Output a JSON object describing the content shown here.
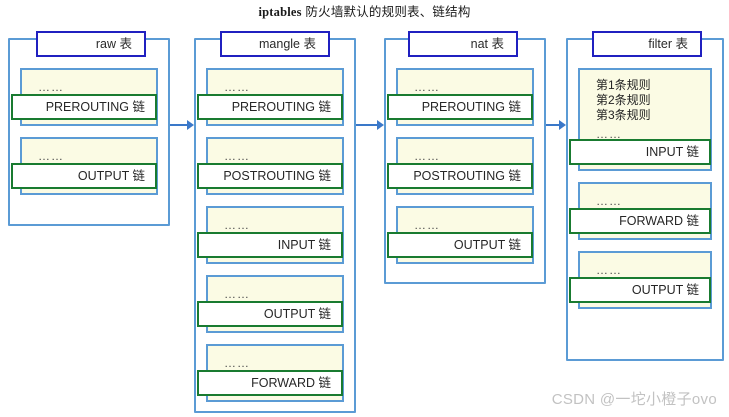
{
  "title": {
    "bold_part": "iptables",
    "rest_part": " 防火墙默认的规则表、链结构"
  },
  "dots": "……",
  "tables": [
    {
      "id": "raw",
      "header": "raw 表",
      "chains": [
        {
          "name": "PREROUTING 链",
          "rules": []
        },
        {
          "name": "OUTPUT 链",
          "rules": []
        }
      ]
    },
    {
      "id": "mangle",
      "header": "mangle 表",
      "chains": [
        {
          "name": "PREROUTING 链",
          "rules": []
        },
        {
          "name": "POSTROUTING 链",
          "rules": []
        },
        {
          "name": "INPUT 链",
          "rules": []
        },
        {
          "name": "OUTPUT 链",
          "rules": []
        },
        {
          "name": "FORWARD 链",
          "rules": []
        }
      ]
    },
    {
      "id": "nat",
      "header": "nat 表",
      "chains": [
        {
          "name": "PREROUTING 链",
          "rules": []
        },
        {
          "name": "POSTROUTING 链",
          "rules": []
        },
        {
          "name": "OUTPUT 链",
          "rules": []
        }
      ]
    },
    {
      "id": "filter",
      "header": "filter 表",
      "chains": [
        {
          "name": "INPUT 链",
          "rules": [
            "第1条规则",
            "第2条规则",
            "第3条规则"
          ]
        },
        {
          "name": "FORWARD 链",
          "rules": []
        },
        {
          "name": "OUTPUT 链",
          "rules": []
        }
      ]
    }
  ],
  "arrows": [
    {
      "from": "raw",
      "to": "mangle"
    },
    {
      "from": "mangle",
      "to": "nat"
    },
    {
      "from": "nat",
      "to": "filter"
    }
  ],
  "watermark": "CSDN @一坨小橙子ovo",
  "colors": {
    "table_frame": "#5b9bd5",
    "header_border": "#2020c0",
    "chain_fill": "#fbfbe4",
    "chain_label_border": "#197b30",
    "arrow": "#3a78c9",
    "watermark": "#c2c2c2"
  }
}
